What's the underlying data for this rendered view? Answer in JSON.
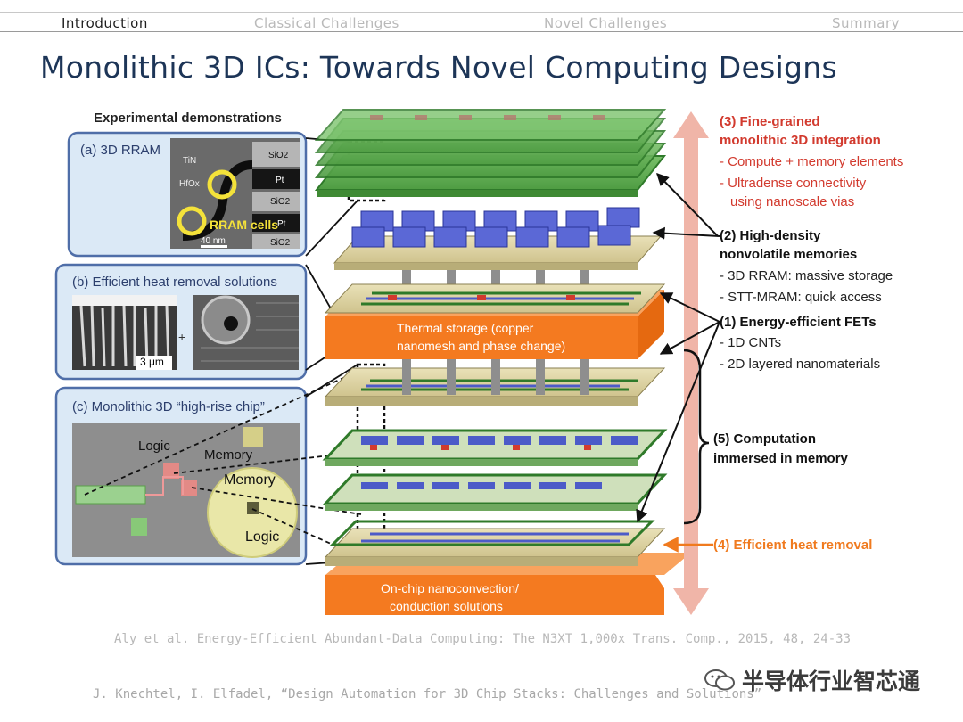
{
  "nav": {
    "items": [
      "Introduction",
      "Classical Challenges",
      "Novel Challenges",
      "Summary"
    ],
    "active": 0
  },
  "title": "Monolithic 3D ICs: Towards Novel Computing Designs",
  "figure": {
    "left_heading": "Experimental demonstrations",
    "panel_a": {
      "title": "(a) 3D RRAM",
      "labels": [
        "TiN",
        "HfOx",
        "SiO2",
        "Pt",
        "SiO2",
        "Pt",
        "SiO2"
      ],
      "cells_label": "RRAM cells",
      "scale": "40 nm"
    },
    "panel_b": {
      "title": "(b) Efficient heat removal solutions",
      "scale": "3 μm",
      "plus": "+"
    },
    "panel_c": {
      "title": "(c) Monolithic 3D “high-rise chip”",
      "labels": [
        "Logic",
        "Memory",
        "Memory",
        "Logic"
      ]
    },
    "stack": {
      "thermal_storage": [
        "Thermal storage (copper",
        "nanomesh and phase change)"
      ],
      "bottom": [
        "On-chip nanoconvection/",
        "conduction solutions"
      ]
    },
    "annotations": {
      "fine_grained": {
        "title": [
          "(3) Fine-grained",
          "monolithic 3D integration"
        ],
        "items": [
          "- Compute + memory elements",
          "- Ultradense connectivity",
          "  using nanoscale vias"
        ]
      },
      "memories": {
        "title": [
          "(2) High-density",
          "nonvolatile memories"
        ],
        "items": [
          "- 3D RRAM: massive storage",
          "- STT-MRAM: quick access"
        ]
      },
      "fets": {
        "title": [
          "(1) Energy-efficient FETs"
        ],
        "items": [
          "- 1D CNTs",
          "- 2D layered nanomaterials"
        ]
      },
      "computation": {
        "title": [
          "(5) Computation",
          "immersed in memory"
        ]
      },
      "heat": {
        "title": [
          "(4) Efficient heat removal"
        ]
      }
    },
    "colors": {
      "red": "#d23a2e",
      "orange": "#f07a1e",
      "green": "#4a9b3a",
      "blue": "#4c5bc8",
      "panel_blue": "#5a7fb8",
      "arrow_pink": "#f0b5a8"
    }
  },
  "citations": [
    "Aly et al. Energy-Efficient Abundant-Data Computing: The N3XT 1,000x Trans. Comp., 2015, 48, 24-33",
    "J. Knechtel, I. Elfadel, “Design Automation for 3D Chip Stacks: Challenges and Solutions”"
  ],
  "watermark": "半导体行业智芯通"
}
